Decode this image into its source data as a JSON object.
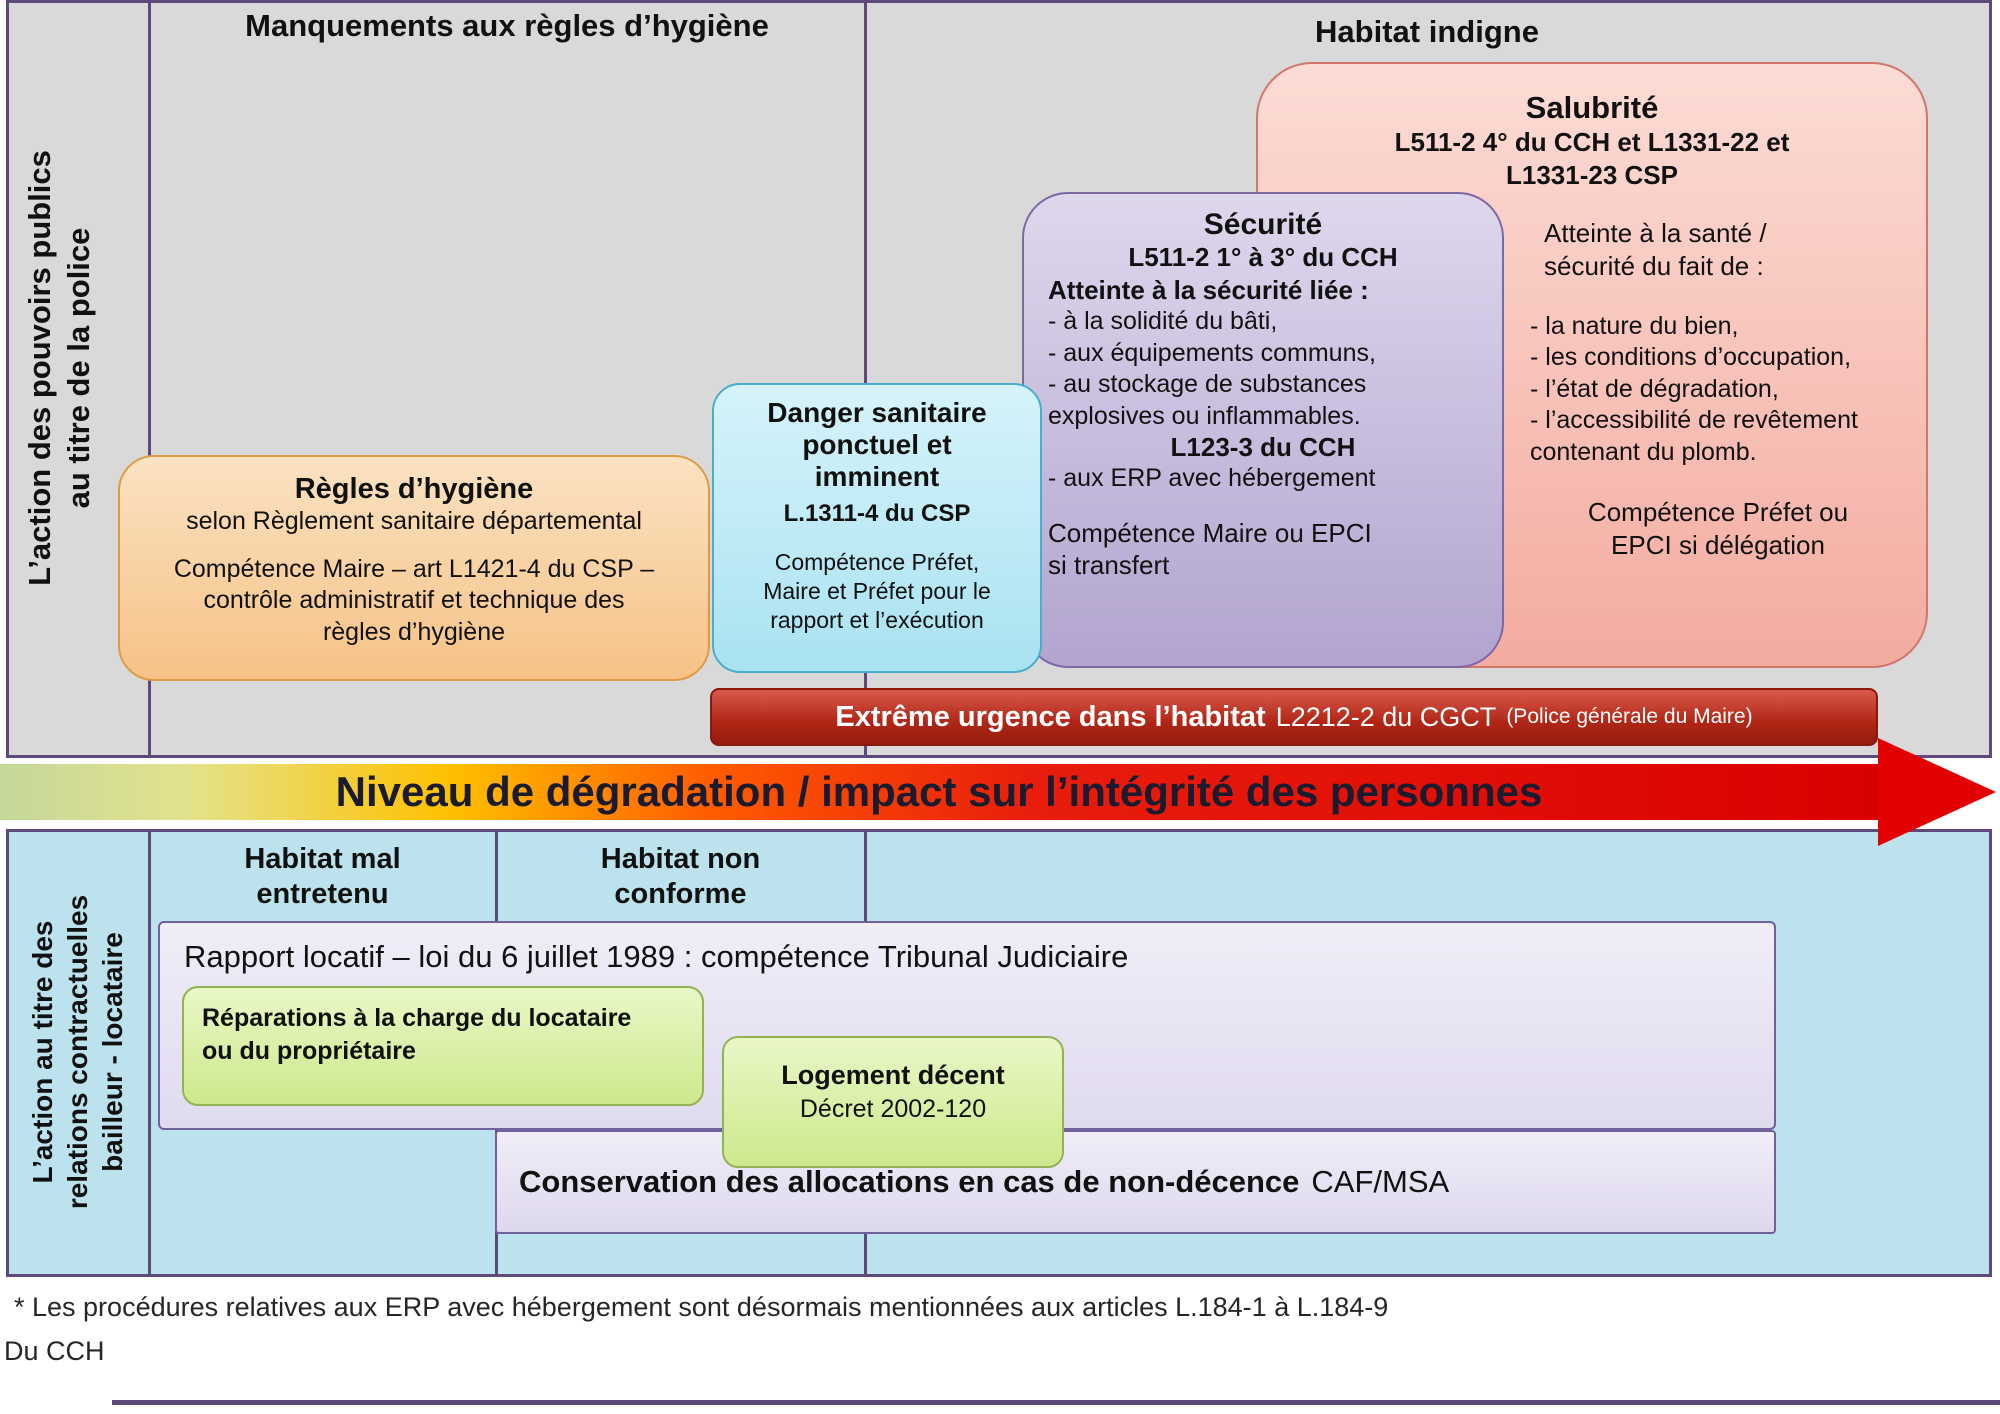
{
  "top": {
    "left_label": "L’action des pouvoirs publics\nau titre de la police",
    "col1_header": "Manquements aux règles d’hygiène",
    "col2_header": "Habitat indigne",
    "hygiene": {
      "title": "Règles d’hygiène",
      "subtitle": "selon Règlement sanitaire départemental",
      "body": "Compétence Maire – art L1421-4 du CSP –\ncontrôle administratif et technique des\nrègles d’hygiène"
    },
    "danger": {
      "title": "Danger sanitaire\nponctuel et\nimminent",
      "ref": "L.1311-4 du CSP",
      "body": "Compétence Préfet,\nMaire et Préfet pour le\nrapport et l’exécution"
    },
    "securite": {
      "title": "Sécurité",
      "ref": "L511-2 1° à 3° du CCH",
      "intro": "Atteinte à la sécurité liée  :",
      "bullets": "- à la solidité du bâti,\n- aux équipements communs,\n- au stockage de substances\nexplosives ou inflammables.",
      "ref2": "L123-3 du CCH",
      "bullet2": "- aux ERP avec hébergement",
      "competence": "Compétence Maire ou EPCI\nsi transfert"
    },
    "salubrite": {
      "title": "Salubrité",
      "ref": "L511-2 4° du CCH et L1331-22 et\nL1331-23 CSP",
      "intro": "Atteinte à la santé /\nsécurité du fait de  :",
      "bullets": "- la nature du bien,\n- les conditions d’occupation,\n- l’état de dégradation,\n- l’accessibilité de revêtement\ncontenant du plomb.",
      "competence": "Compétence Préfet ou\nEPCI si délégation"
    },
    "urgence": {
      "bold": "Extrême urgence dans l’habitat",
      "ref": "L2212-2 du CGCT",
      "note": "(Police générale du Maire)"
    }
  },
  "arrow": {
    "label": "Niveau de dégradation / impact sur l’intégrité des personnes"
  },
  "bottom": {
    "left_label": "L’action au titre des\nrelations contractuelles\nbailleur - locataire",
    "col1_header": "Habitat mal\nentretenu",
    "col2_header": "Habitat non\nconforme",
    "rapport": "Rapport locatif – loi du 6 juillet 1989  :   compétence Tribunal Judiciaire",
    "reparations": "Réparations à la charge du locataire\nou du propriétaire",
    "decent": {
      "title": "Logement décent",
      "ref": "Décret 2002-120"
    },
    "conservation": {
      "bold": "Conservation des allocations en cas de non-décence",
      "suffix": "CAF/MSA"
    }
  },
  "footnote": {
    "line1": "* Les procédures relatives aux ERP avec hébergement sont désormais mentionnées aux articles L.184-1 à L.184-9",
    "line2": "Du CCH"
  },
  "colors": {
    "section_top_bg": "#d9d9d9",
    "section_bottom_bg": "#bce3ed",
    "structure_purple": "#5f497a",
    "hygiene_fill": "#f6c286",
    "danger_fill": "#bfeaf6",
    "securite_fill": "#c7bbdd",
    "salubrite_fill": "#f5b3a8",
    "urgence_fill": "#b02616",
    "green_fill": "#d9efa5",
    "lavender_fill": "#e9e5f4",
    "arrow_red": "#e30000"
  }
}
